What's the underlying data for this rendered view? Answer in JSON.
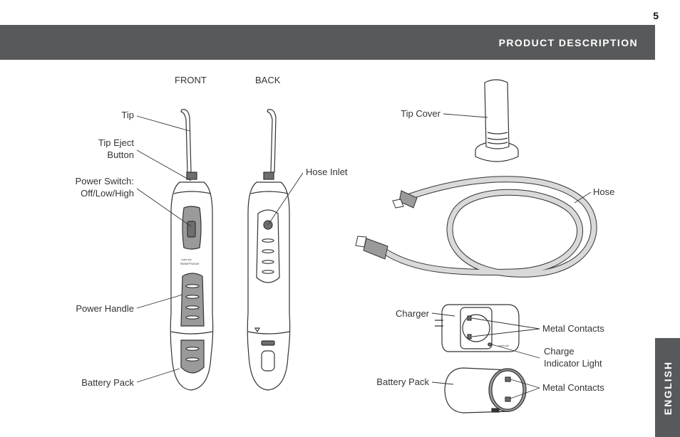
{
  "page_number": "5",
  "header": {
    "title": "PRODUCT DESCRIPTION"
  },
  "side_tab": {
    "label": "ENGLISH"
  },
  "views": {
    "front": "FRONT",
    "back": "BACK"
  },
  "callouts": {
    "tip": "Tip",
    "tip_eject_line1": "Tip Eject",
    "tip_eject_line2": "Button",
    "power_switch_line1": "Power Switch:",
    "power_switch_line2": "Off/Low/High",
    "power_handle": "Power Handle",
    "battery_pack_left": "Battery Pack",
    "hose_inlet": "Hose Inlet",
    "tip_cover": "Tip Cover",
    "hose": "Hose",
    "charger": "Charger",
    "metal_contacts_1": "Metal Contacts",
    "charge_indicator_line1": "Charge",
    "charge_indicator_line2": "Indicator Light",
    "battery_pack_right": "Battery Pack",
    "metal_contacts_2": "Metal Contacts"
  },
  "colors": {
    "header_bg": "#58595b",
    "header_text": "#ffffff",
    "text": "#333333",
    "line": "#333333",
    "device_grey": "#9a9a9a"
  }
}
